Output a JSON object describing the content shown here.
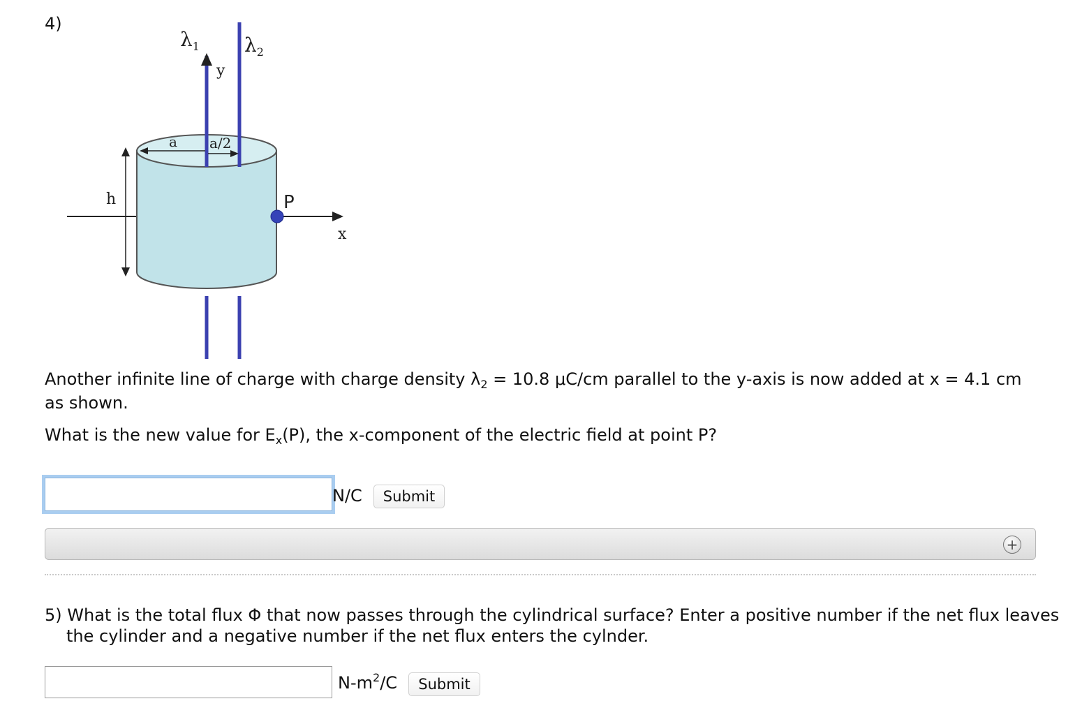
{
  "question4": {
    "number": "4)",
    "figure": {
      "lambda1_sym": "λ",
      "lambda1_sub": "1",
      "lambda2_sym": "λ",
      "lambda2_sub": "2",
      "y_label": "y",
      "x_label": "x",
      "a_label": "a",
      "a_half_label": "a/2",
      "h_label": "h",
      "p_label": "P",
      "colors": {
        "cylinder_fill": "#c1e3e9",
        "top_fill": "#d6eef1",
        "line_of_charge": "#3b41b0",
        "point": "#3543b8"
      }
    },
    "text1_a": "Another infinite line of charge with charge density λ",
    "text1_sub": "2",
    "text1_b": " = 10.8 μC/cm parallel to the y-axis is now added at x = 4.1 cm as shown.",
    "text2_a": "What is the new value for E",
    "text2_sub": "x",
    "text2_b": "(P), the x-component of the electric field at point P?",
    "input_value": "",
    "unit": "N/C",
    "submit_label": "Submit"
  },
  "question5": {
    "text": "5) What is the total flux Φ that now passes through the cylindrical surface? Enter a positive number if the net flux leaves the cylinder and a negative number if the net flux enters the cylnder.",
    "input_value": "",
    "unit_a": "N-m",
    "unit_sup": "2",
    "unit_b": "/C",
    "submit_label": "Submit"
  },
  "hint_bar": {
    "expand_symbol": "+"
  }
}
